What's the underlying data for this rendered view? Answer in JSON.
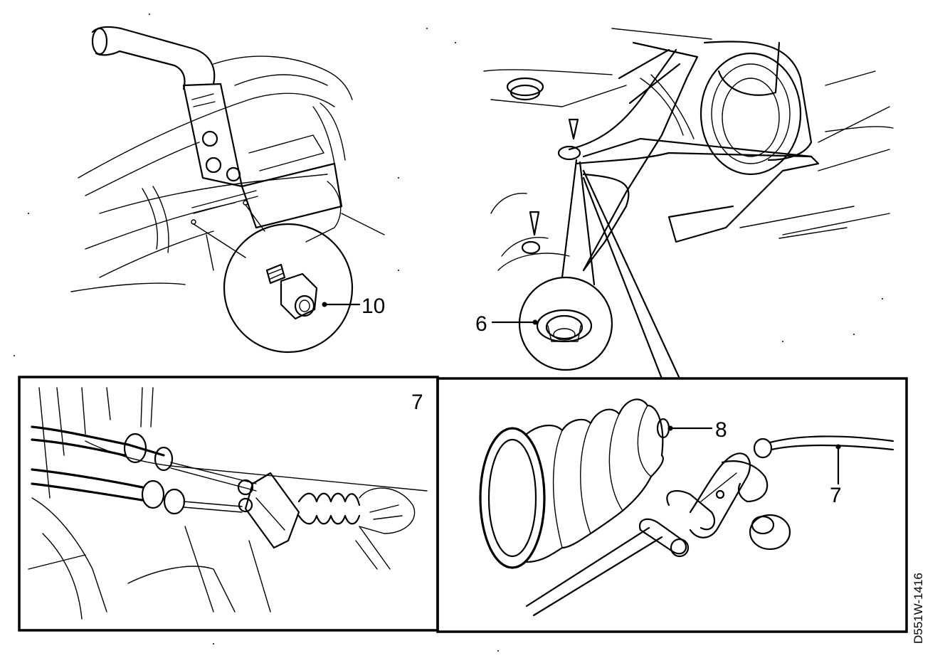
{
  "callouts": {
    "c10": "10",
    "c6": "6",
    "c7_frame": "7",
    "c8": "8",
    "c7_cable": "7"
  },
  "drawing_code": "D551W-1416"
}
